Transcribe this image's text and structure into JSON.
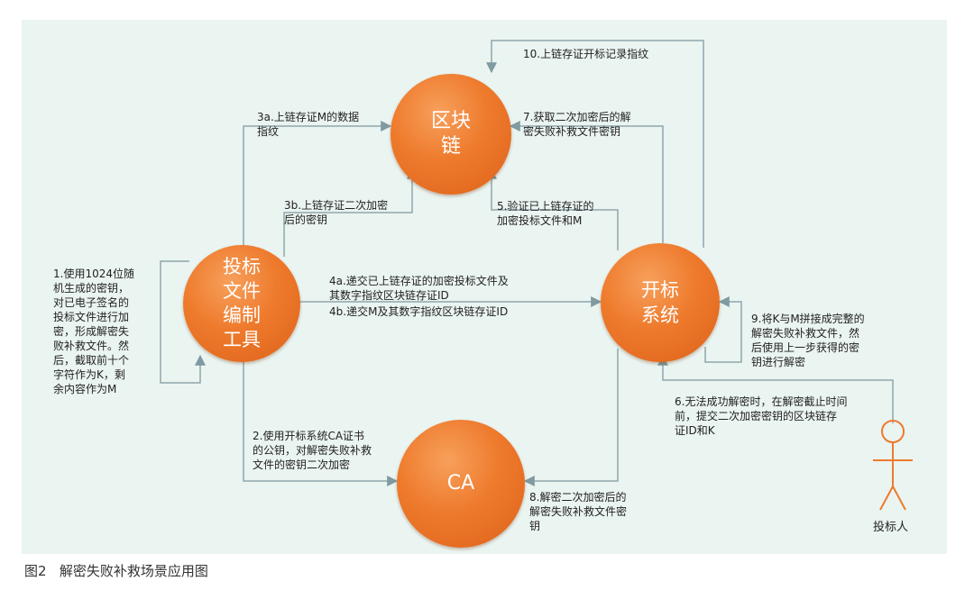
{
  "nodes": {
    "blockchain": "区块\n链",
    "tool": "投标\n文件\n编制\n工具",
    "system": "开标\n系统",
    "ca": "CA"
  },
  "steps": {
    "s1": "1.使用1024位随\n机生成的密钥，\n对已电子签名的\n投标文件进行加\n密，形成解密失\n败补救文件。然\n后，截取前十个\n字符作为K，剩\n余内容作为M",
    "s2": "2.使用开标系统CA证书\n的公钥，对解密失败补救\n文件的密钥二次加密",
    "s3a": "3a.上链存证M的数据\n指纹",
    "s3b": "3b.上链存证二次加密\n后的密钥",
    "s4a": "4a.递交已上链存证的加密投标文件及\n其数字指纹区块链存证ID",
    "s4b": "4b.递交M及其数字指纹区块链存证ID",
    "s5": "5.验证已上链存证的\n加密投标文件和M",
    "s6": "6.无法成功解密时，在解密截止时间\n前，提交二次加密密钥的区块链存\n证ID和K",
    "s7": "7.获取二次加密后的解\n密失败补救文件密钥",
    "s8": "8.解密二次加密后的\n解密失败补救文件密\n钥",
    "s9": "9.将K与M拼接成完整的\n解密失败补救文件，然\n后使用上一步获得的密\n钥进行解密",
    "s10": "10.上链存证开标记录指纹"
  },
  "actor": "投标人",
  "caption": "图2   解密失败补救场景应用图",
  "colors": {
    "panel": "#eaf4f1",
    "node": "#ee7a2c",
    "line": "#7f9aa0"
  }
}
